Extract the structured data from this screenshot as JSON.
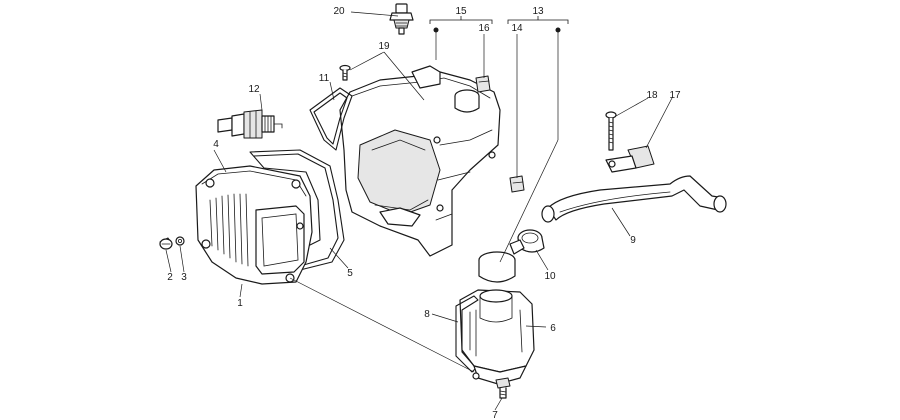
{
  "callouts": {
    "c1": "1",
    "c2": "2",
    "c3": "3",
    "c4": "4",
    "c5": "5",
    "c6": "6",
    "c7": "7",
    "c8": "8",
    "c9": "9",
    "c10": "10",
    "c11": "11",
    "c12": "12",
    "c13": "13",
    "c14": "14",
    "c15": "15",
    "c16": "16",
    "c17": "17",
    "c18": "18",
    "c19": "19",
    "c20": "20"
  },
  "colors": {
    "line": "#1a1a1a",
    "background": "#ffffff",
    "shade": "#e6e6e6"
  }
}
